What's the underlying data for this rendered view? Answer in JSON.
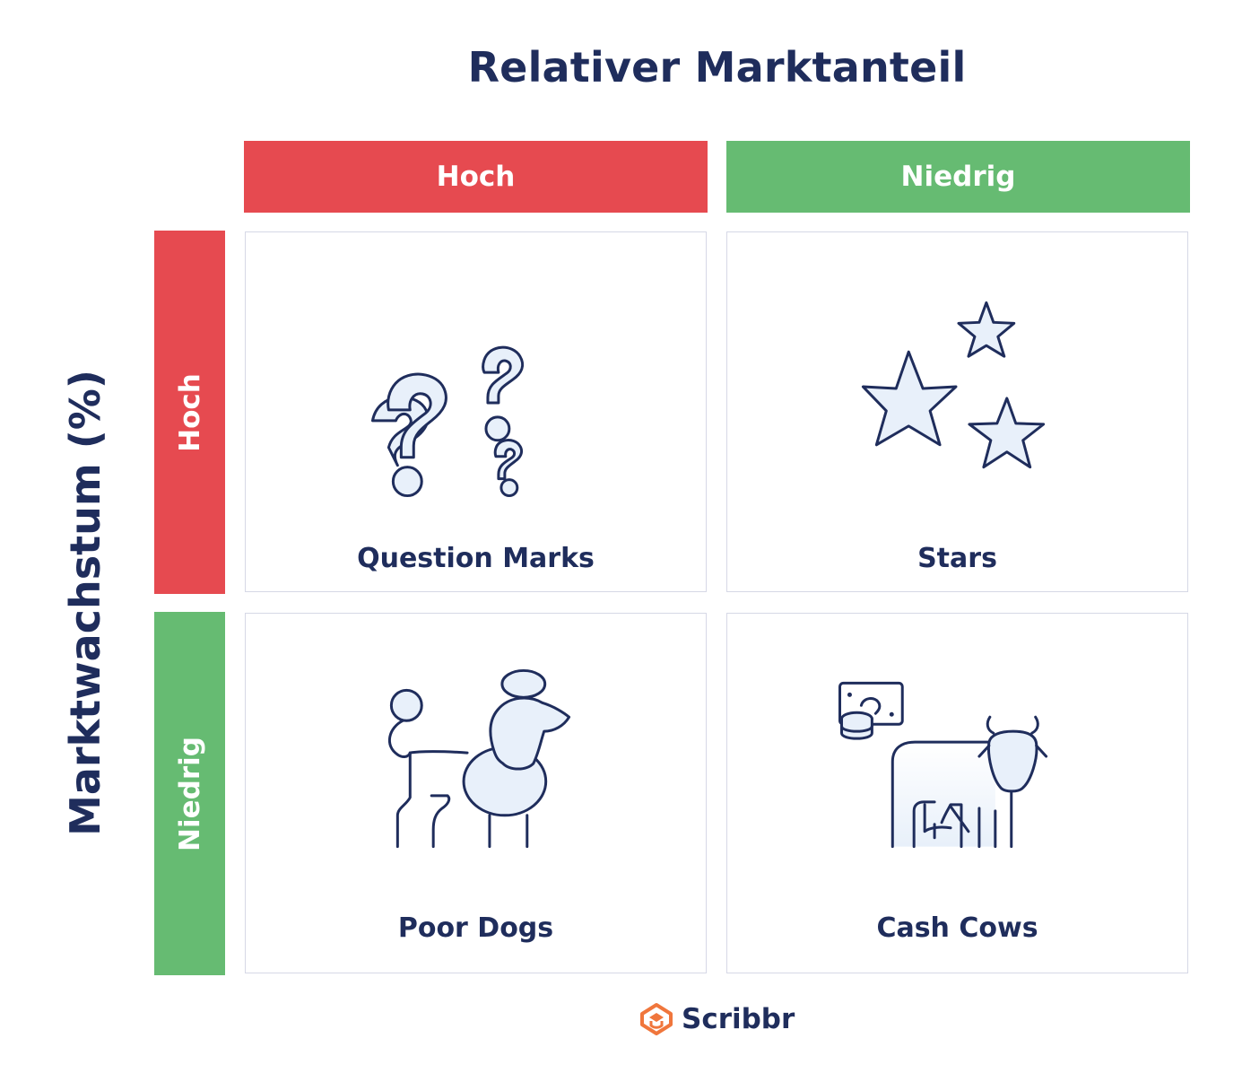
{
  "title": "Relativer Marktanteil",
  "y_axis_label": "Marktwachstum (%)",
  "columns": [
    {
      "label": "Hoch",
      "color": "#e64a50"
    },
    {
      "label": "Niedrig",
      "color": "#66bb72"
    }
  ],
  "rows": [
    {
      "label": "Hoch",
      "color": "#e64a50"
    },
    {
      "label": "Niedrig",
      "color": "#66bb72"
    }
  ],
  "cells": [
    {
      "label": "Question Marks",
      "icon": "question-marks-icon"
    },
    {
      "label": "Stars",
      "icon": "stars-icon"
    },
    {
      "label": "Poor Dogs",
      "icon": "poodle-icon"
    },
    {
      "label": "Cash Cows",
      "icon": "cow-icon"
    }
  ],
  "logo": {
    "text": "Scribbr",
    "color": "#f0763c"
  },
  "colors": {
    "text": "#1f2d5c",
    "icon_fill": "#e8f0fa",
    "border": "#d6d8e6"
  }
}
